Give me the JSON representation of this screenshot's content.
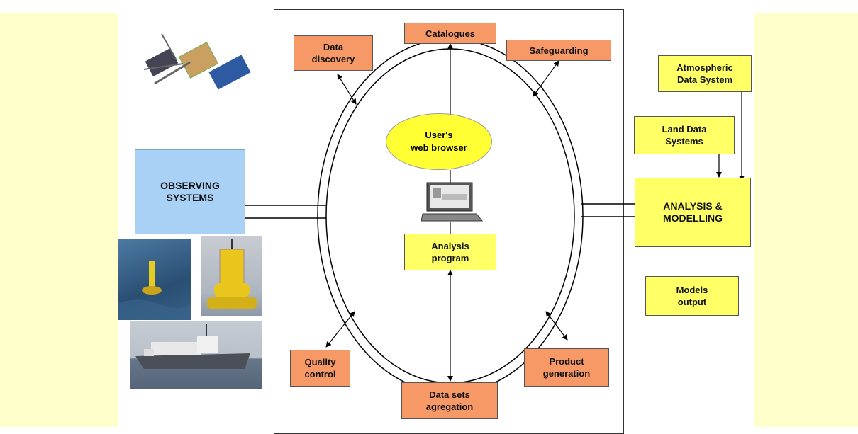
{
  "nodes": {
    "data_discovery": "Data\ndiscovery",
    "catalogues": "Catalogues",
    "safeguarding": "Safeguarding",
    "users_browser": "User's\nweb browser",
    "analysis_program": "Analysis\nprogram",
    "quality_control": "Quality\ncontrol",
    "data_sets_aggregation": "Data sets\nagregation",
    "product_generation": "Product\ngeneration",
    "observing_systems": "OBSERVING\nSYSTEMS",
    "atmospheric": "Atmospheric\nData System",
    "land": "Land Data\nSystems",
    "analysis_modelling": "ANALYSIS &\nMODELLING",
    "models_output": "Models\noutput"
  },
  "colors": {
    "orange_box": "#f79867",
    "yellow_box": "#ffff66",
    "blue_box": "#a9d0f5",
    "side_band": "#ffffcc"
  },
  "icons": [
    "satellite-image",
    "buoy-photo",
    "buoy-photo-2",
    "ship-photo",
    "laptop-icon"
  ]
}
